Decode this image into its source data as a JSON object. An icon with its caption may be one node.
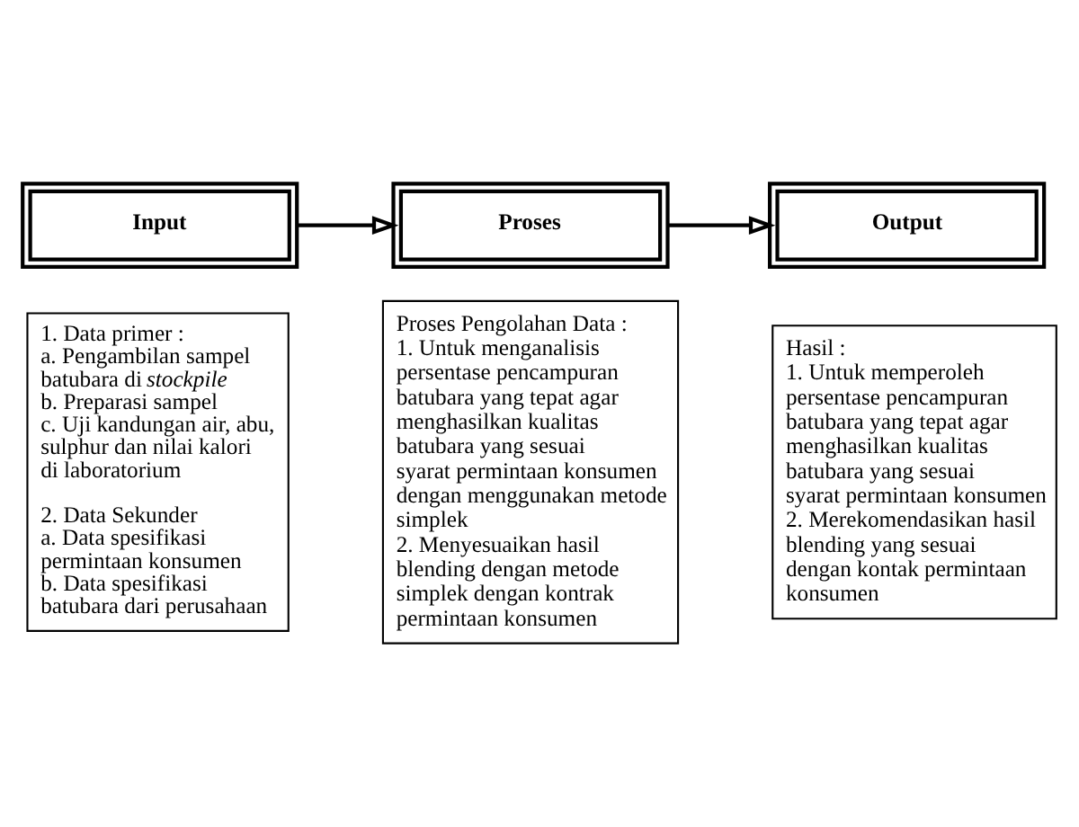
{
  "diagram": {
    "nodes": [
      {
        "text": [
          "Input"
        ]
      },
      {
        "text": [
          "Proses"
        ]
      },
      {
        "text": [
          "Output"
        ]
      },
      {
        "text": [
          "1. Data primer :",
          "a. Pengambilan sampel batubara di *stockpile*",
          "b. Preparasi sampel",
          "c. Uji kandungan air, abu, sulphur dan nilai kalori di laboratorium",
          "2. Data Sekunder",
          "a. Data spesifikasi permintaan konsumen",
          "b. Data spesifikasi batubara dari perusahaan"
        ]
      },
      {
        "text": [
          "Proses Pengolahan Data :",
          "1. Untuk menganalisis persentase pencampuran batubara yang tepat agar menghasilkan kualitas batubara yang sesuai syarat permintaan konsumen dengan menggunakan metode simplek",
          "2. Menyesuaikan hasil blending dengan metode simplek dengan kontrak permintaan konsumen"
        ]
      },
      {
        "text": [
          "Hasil :",
          "1. Untuk memperoleh persentase pencampuran batubara yang tepat agar menghasilkan kualitas batubara yang sesuai syarat permintaan konsumen",
          "2. Merekomendasikan hasil blending yang sesuai dengan kontak permintaan konsumen"
        ]
      }
    ],
    "edges": [
      {
        "from": 0,
        "to": 1,
        "arrow": "to"
      },
      {
        "from": 1,
        "to": 2,
        "arrow": "to"
      }
    ]
  }
}
